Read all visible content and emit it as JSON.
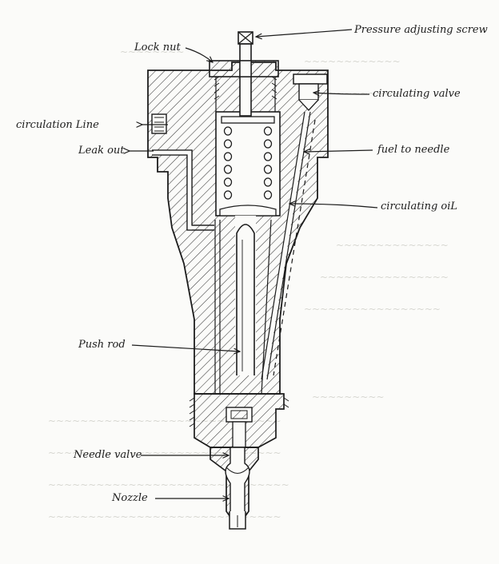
{
  "diagram": {
    "labels": {
      "pressure_screw": "Pressure adjusting screw",
      "lock_nut": "Lock nut",
      "circulating_valve": "circulating valve",
      "circulation_line": "circulation Line",
      "leak_out": "Leak out",
      "fuel_to_needle": "fuel to needle",
      "circulating_oil": "circulating oiL",
      "push_rod": "Push rod",
      "needle_valve": "Needle valve",
      "nozzle": "Nozzle"
    },
    "colors": {
      "ink": "#1c1c1c",
      "hatch": "#3a3a3a",
      "paper": "#fbfbf9"
    }
  }
}
